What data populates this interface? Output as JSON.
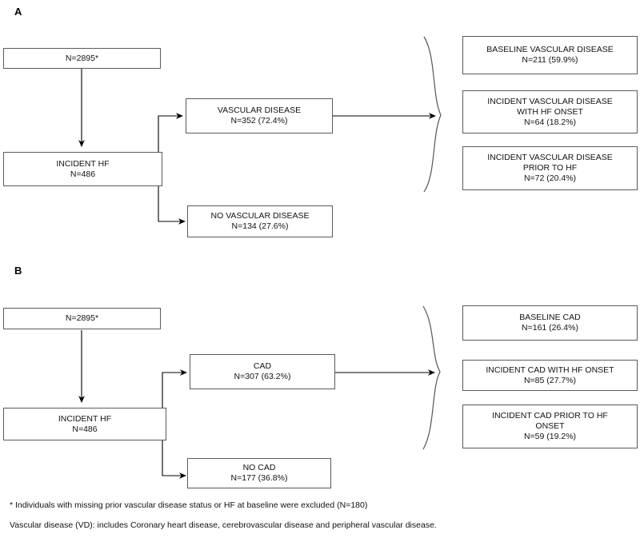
{
  "figure": {
    "panels": [
      {
        "label": "A",
        "nodes": {
          "source": {
            "line1": "N=2895*"
          },
          "incident_hf": {
            "line1": "INCIDENT HF",
            "line2": "N=486"
          },
          "branch_yes": {
            "line1": "VASCULAR DISEASE",
            "line2": "N=352 (72.4%)"
          },
          "branch_no": {
            "line1": "NO VASCULAR DISEASE",
            "line2": "N=134 (27.6%)"
          },
          "outcomes": [
            {
              "line1": "BASELINE VASCULAR DISEASE",
              "line2": "N=211 (59.9%)"
            },
            {
              "line1": "INCIDENT VASCULAR DISEASE",
              "line2": "WITH HF ONSET",
              "line3": "N=64 (18.2%)"
            },
            {
              "line1": "INCIDENT VASCULAR DISEASE",
              "line2": "PRIOR TO HF",
              "line3": "N=72 (20.4%)"
            }
          ]
        }
      },
      {
        "label": "B",
        "nodes": {
          "source": {
            "line1": "N=2895*"
          },
          "incident_hf": {
            "line1": "INCIDENT HF",
            "line2": "N=486"
          },
          "branch_yes": {
            "line1": "CAD",
            "line2": "N=307 (63.2%)"
          },
          "branch_no": {
            "line1": "NO CAD",
            "line2": "N=177 (36.8%)"
          },
          "outcomes": [
            {
              "line1": "BASELINE CAD",
              "line2": "N=161 (26.4%)"
            },
            {
              "line1": "INCIDENT CAD WITH HF ONSET",
              "line2": "N=85 (27.7%)"
            },
            {
              "line1": "INCIDENT CAD PRIOR TO HF",
              "line2": "ONSET",
              "line3": "N=59 (19.2%)"
            }
          ]
        }
      }
    ],
    "footnotes": [
      "* Individuals with missing prior vascular disease status or HF at baseline were excluded (N=180)",
      "Vascular disease (VD):  includes Coronary heart disease, cerebrovascular disease and peripheral vascular disease."
    ],
    "colors": {
      "box_border": "#5a5a5a",
      "connector": "#000000",
      "background": "#ffffff",
      "text": "#111111"
    }
  }
}
